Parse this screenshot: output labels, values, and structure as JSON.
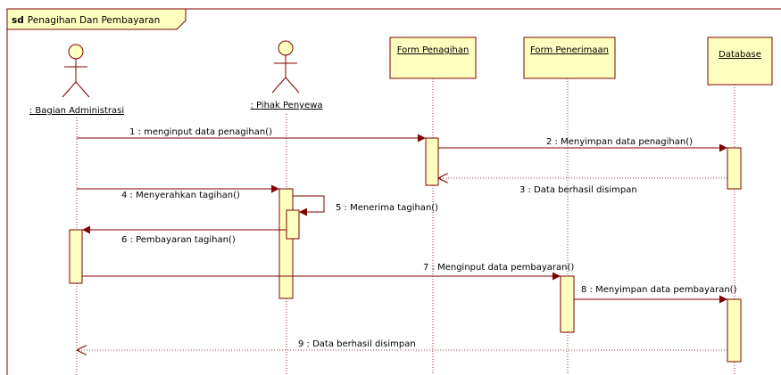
{
  "diagram": {
    "kind": "sequence",
    "frame": {
      "keyword": "sd",
      "title": "Penagihan Dan Pembayaran"
    },
    "colors": {
      "border": "#800000",
      "fill": "#ffffc0",
      "message": "#800000",
      "dashed": "#800000"
    },
    "lifelines": [
      {
        "id": "admin",
        "type": "actor",
        "label": ": Bagian Administrasi"
      },
      {
        "id": "penyewa",
        "type": "actor",
        "label": ": Pihak Penyewa"
      },
      {
        "id": "fpenagihan",
        "type": "object",
        "label": "Form Penagihan"
      },
      {
        "id": "fpenerimaan",
        "type": "object",
        "label": "Form Penerimaan"
      },
      {
        "id": "db",
        "type": "object",
        "label": "Database"
      }
    ],
    "messages": [
      {
        "from": "admin",
        "to": "fpenagihan",
        "kind": "sync",
        "label": "1 : menginput data penagihan()"
      },
      {
        "from": "fpenagihan",
        "to": "db",
        "kind": "sync",
        "label": "2 : Menyimpan data penagihan()"
      },
      {
        "from": "db",
        "to": "fpenagihan",
        "kind": "return",
        "label": "3 : Data berhasil disimpan"
      },
      {
        "from": "admin",
        "to": "penyewa",
        "kind": "sync",
        "label": "4 : Menyerahkan tagihan()"
      },
      {
        "from": "penyewa",
        "to": "penyewa",
        "kind": "self",
        "label": "5 : Menerima tagihan()"
      },
      {
        "from": "penyewa",
        "to": "admin",
        "kind": "sync",
        "label": "6 : Pembayaran tagihan()"
      },
      {
        "from": "admin",
        "to": "fpenerimaan",
        "kind": "sync",
        "label": "7 : Menginput data pembayaran()"
      },
      {
        "from": "fpenerimaan",
        "to": "db",
        "kind": "sync",
        "label": "8 : Menyimpan data pembayaran()"
      },
      {
        "from": "db",
        "to": "admin",
        "kind": "return",
        "label": "9 : Data berhasil disimpan"
      }
    ]
  }
}
